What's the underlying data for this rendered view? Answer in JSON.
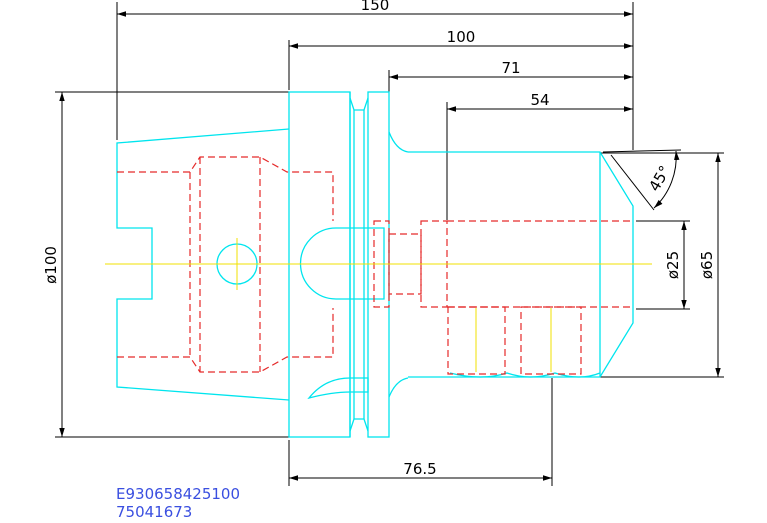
{
  "dimensions": {
    "overall_length": "150",
    "body_length": "100",
    "length_71": "71",
    "length_54": "54",
    "length_76_5": "76.5",
    "diameter_100": "ø100",
    "diameter_65": "ø65",
    "diameter_25": "ø25",
    "chamfer_angle": "45°"
  },
  "part_info": {
    "code": "E930658425100",
    "number": "75041673"
  },
  "colors": {
    "outline": "#00e5ee",
    "hidden": "#e52a2a",
    "centerline": "#f2e200",
    "dimension": "#000000",
    "text": "#3a4fe0"
  }
}
